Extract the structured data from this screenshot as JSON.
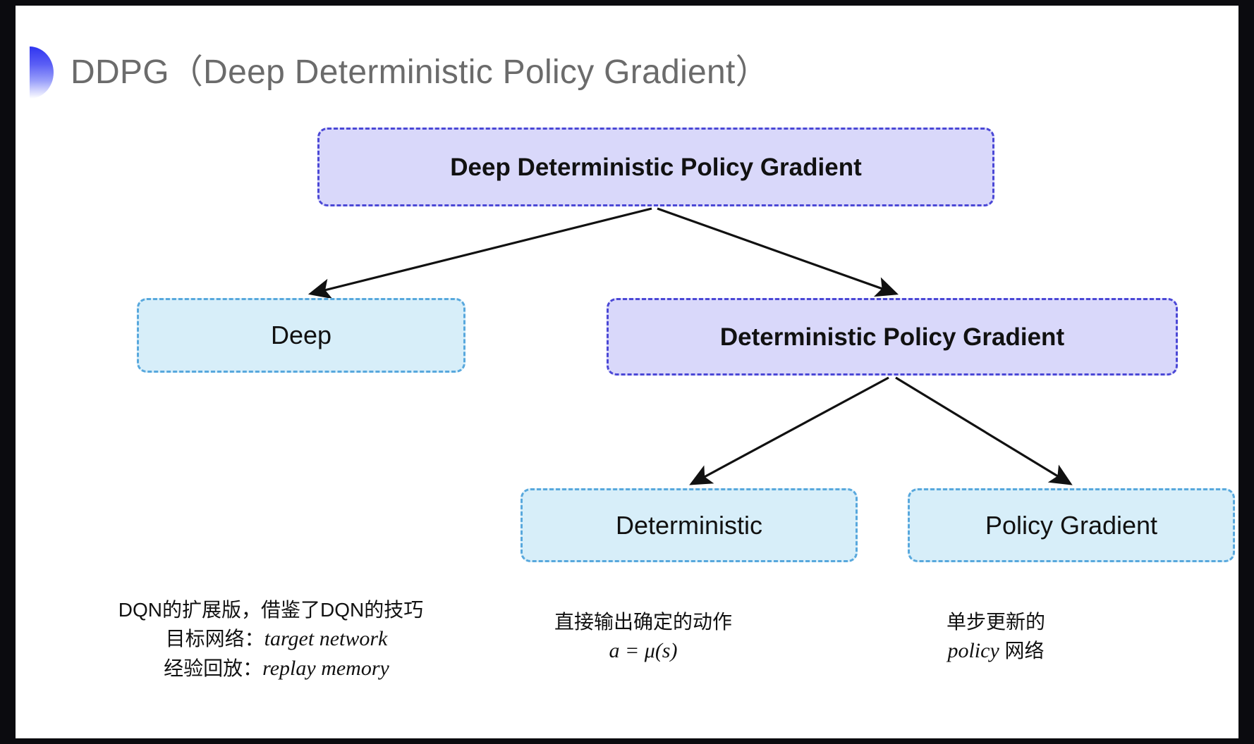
{
  "slide": {
    "title": "DDPG（Deep Deterministic Policy Gradient）",
    "title_marker_icon": "half-circle-gradient-icon",
    "background_color": "#ffffff",
    "frame_color": "#0b0b0f"
  },
  "colors": {
    "purple_fill": "#d9d8fa",
    "purple_border": "#4b48d6",
    "blue_fill": "#d7eef9",
    "blue_border": "#58a8dd",
    "arrow": "#111111",
    "title_text": "#6b6b6b"
  },
  "nodes": {
    "root": {
      "label": "Deep Deterministic Policy Gradient",
      "style": "purple"
    },
    "deep": {
      "label": "Deep",
      "style": "blue"
    },
    "dpg": {
      "label": "Deterministic Policy Gradient",
      "style": "purple"
    },
    "deterministic": {
      "label": "Deterministic",
      "style": "blue"
    },
    "policy_gradient": {
      "label": "Policy Gradient",
      "style": "blue"
    }
  },
  "notes": {
    "deep": {
      "line1": "DQN的扩展版，借鉴了DQN的技巧",
      "line2_label": "目标网络：",
      "line2_term": "target network",
      "line3_label": "经验回放：",
      "line3_term": "replay memory"
    },
    "deterministic": {
      "line1": "直接输出确定的动作",
      "formula": "a = μ(s)"
    },
    "policy_gradient": {
      "line1": "单步更新的",
      "line2_term": "policy",
      "line2_suffix": " 网络"
    }
  },
  "edges": [
    {
      "from": "root",
      "to": "deep"
    },
    {
      "from": "root",
      "to": "dpg"
    },
    {
      "from": "dpg",
      "to": "deterministic"
    },
    {
      "from": "dpg",
      "to": "policy_gradient"
    }
  ]
}
